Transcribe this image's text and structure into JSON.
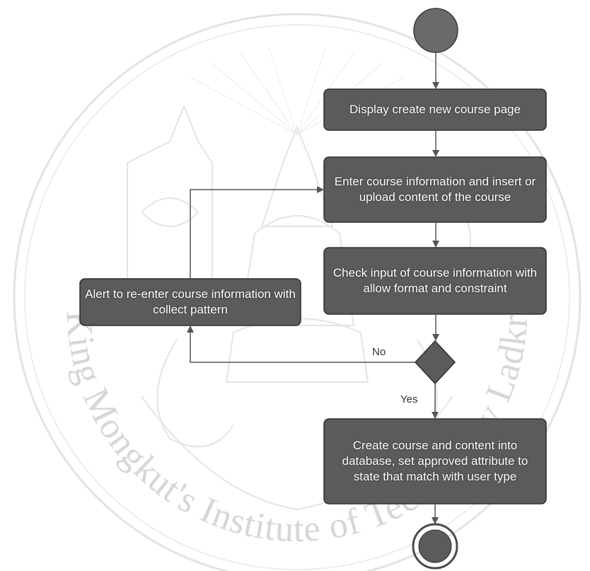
{
  "watermark": {
    "lettering": "King Mongkut's Institute of Technology Ladkrabang"
  },
  "nodes": {
    "display_page": "Display create new course page",
    "enter_info": "Enter course information and insert or upload content of the course",
    "check_input": "Check input of course information with allow format and constraint",
    "alert": "Alert to re-enter course information with collect pattern",
    "create_course": "Create course and content into database, set approved attribute to state that match with user type"
  },
  "edges": {
    "no_label": "No",
    "yes_label": "Yes"
  },
  "colors": {
    "node_fill": "#5b5b5b",
    "node_border": "#2e2e2e",
    "start_fill": "#6a6a6a",
    "arrow": "#555555",
    "watermark": "#d2d2d2"
  }
}
